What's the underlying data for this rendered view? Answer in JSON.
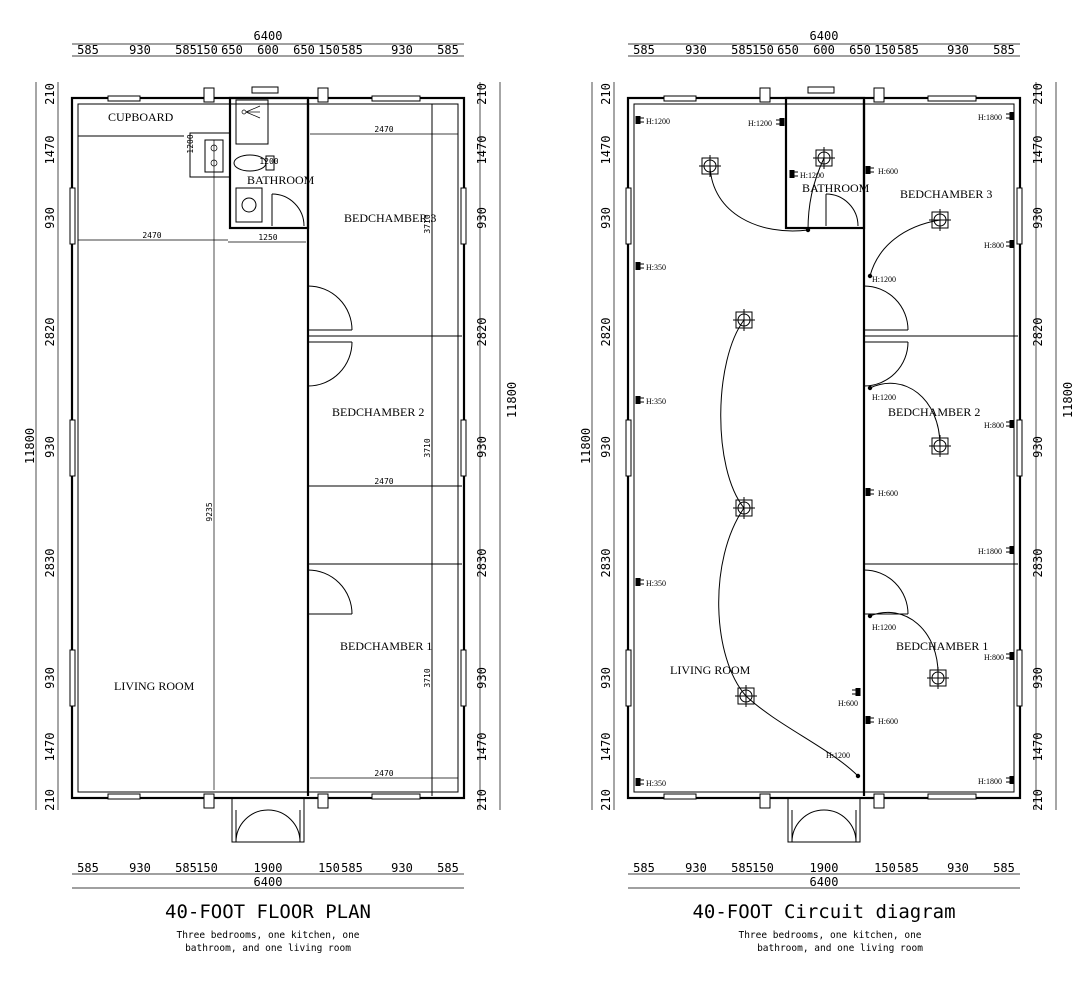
{
  "top_dims": [
    "585",
    "930",
    "585",
    "150",
    "650",
    "600",
    "650",
    "150",
    "585",
    "930",
    "585"
  ],
  "bottom_dims": [
    "585",
    "930",
    "585",
    "150",
    "1900",
    "150",
    "585",
    "930",
    "585"
  ],
  "side_dims": [
    "210",
    "1470",
    "930",
    "2820",
    "930",
    "2830",
    "930",
    "1470",
    "210"
  ],
  "overall_width": "6400",
  "overall_length": "11800",
  "floor_plan": {
    "title": "40-FOOT FLOOR PLAN",
    "subtitle_line1": "Three bedrooms, one kitchen, one",
    "subtitle_line2": "bathroom, and one living room",
    "rooms": {
      "cupboard": "CUPBOARD",
      "bathroom": "BATHROOM",
      "bed3": "BEDCHAMBER 3",
      "bed2": "BEDCHAMBER 2",
      "bed1": "BEDCHAMBER 1",
      "living": "LIVING ROOM"
    },
    "inner_dims": {
      "d2470_top": "2470",
      "d2470_mid": "2470",
      "d2470_low": "2470",
      "d2470_cupboard": "2470",
      "d1250": "1250",
      "d1200": "1200",
      "d3710_a": "3710",
      "d3710_b": "3710",
      "d3710_c": "3710",
      "d9235": "9235",
      "d1200_wc": "1200"
    }
  },
  "circuit": {
    "title": "40-FOOT Circuit diagram",
    "subtitle_line1": "Three bedrooms, one kitchen, one",
    "subtitle_line2": "bathroom, and one living room",
    "rooms": {
      "bathroom": "BATHROOM",
      "bed3": "BEDCHAMBER 3",
      "bed2": "BEDCHAMBER 2",
      "bed1": "BEDCHAMBER 1",
      "living": "LIVING ROOM"
    },
    "heights": {
      "lr_1200": "H:1200",
      "lr_350a": "H:350",
      "lr_350b": "H:350",
      "lr_350c": "H:350",
      "lr_350d": "H:350",
      "lr_600": "H:600",
      "lr_1200b": "H:1200",
      "bath_1200a": "H:1200",
      "bath_1200b": "H:1200",
      "b3_600": "H:600",
      "b3_1200": "H:1200",
      "b3_1800": "H:1800",
      "b3_800": "H:800",
      "b2_1200": "H:1200",
      "b2_600": "H:600",
      "b2_800": "H:800",
      "b2_1800": "H:1800",
      "b1_1200": "H:1200",
      "b1_600": "H:600",
      "b1_800": "H:800",
      "b1_1800": "H:1800"
    }
  }
}
